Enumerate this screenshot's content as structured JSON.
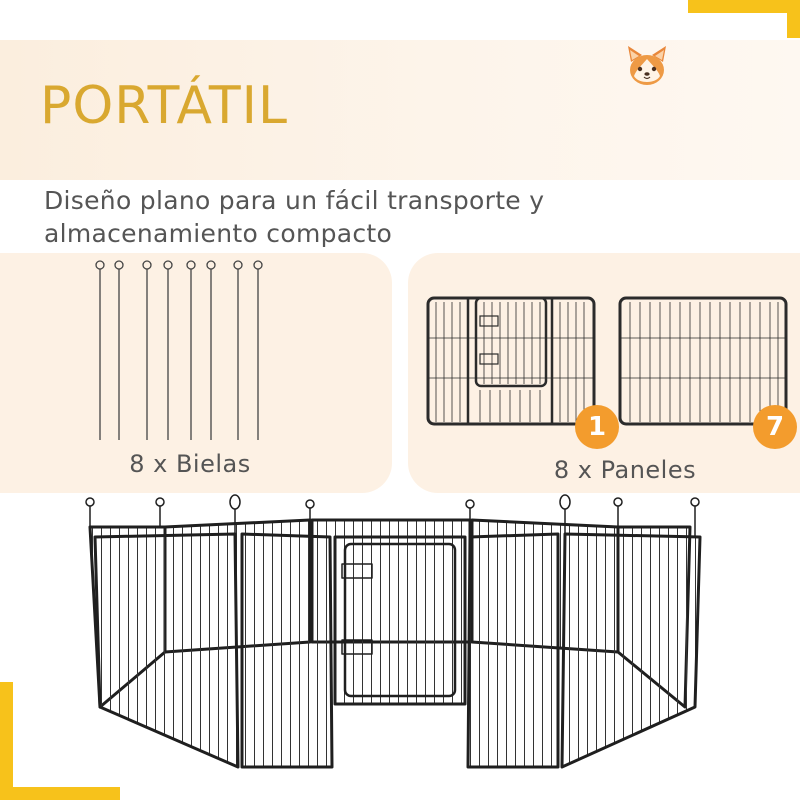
{
  "header": {
    "title": "PORTÁTIL"
  },
  "description": {
    "line1": "Diseño plano para un fácil transporte y",
    "line2": "almacenamiento compacto"
  },
  "rods_panel": {
    "label": "8 x Bielas"
  },
  "panels_panel": {
    "label": "8 x Paneles",
    "badge_first": "1",
    "badge_second": "7"
  },
  "colors": {
    "title_gold": "#d9a830",
    "accent_yellow": "#f7c21b",
    "badge_orange": "#f39c2d",
    "panel_bg": "#fdf1e4",
    "text_gray": "#555555"
  },
  "icons": [
    "dog-mascot-icon"
  ]
}
